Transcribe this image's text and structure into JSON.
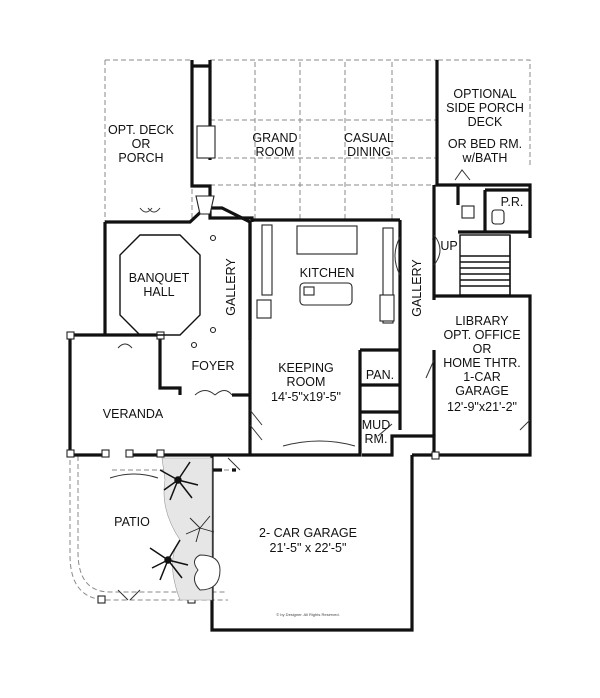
{
  "rooms": {
    "opt_deck": [
      "OPT. DECK",
      "OR",
      "PORCH"
    ],
    "grand_room": [
      "GRAND",
      "ROOM"
    ],
    "casual_dining": [
      "CASUAL",
      "DINING"
    ],
    "side_porch": [
      "OPTIONAL",
      "SIDE PORCH",
      "DECK",
      "",
      "OR BED RM.",
      "w/BATH"
    ],
    "powder_room": "P.R.",
    "up": "UP",
    "banquet_hall": [
      "BANQUET",
      "HALL"
    ],
    "gallery_left": "GALLERY",
    "kitchen": "KITCHEN",
    "gallery_right": "GALLERY",
    "library": [
      "LIBRARY",
      "OPT. OFFICE",
      "OR",
      "HOME THTR.",
      "1-CAR",
      "GARAGE"
    ],
    "library_dims": "12'-9\"x21'-2\"",
    "foyer": "FOYER",
    "keeping_room": [
      "KEEPING",
      "ROOM"
    ],
    "keeping_dims": "14'-5\"x19'-5\"",
    "pantry": "PAN.",
    "veranda": "VERANDA",
    "mud_room": [
      "MUD",
      "RM."
    ],
    "patio": "PATIO",
    "garage": [
      "2- CAR GARAGE"
    ],
    "garage_dims": "21'-5\" x 22'-5\"",
    "copyright": "© by Designer. All Rights Reserved."
  }
}
